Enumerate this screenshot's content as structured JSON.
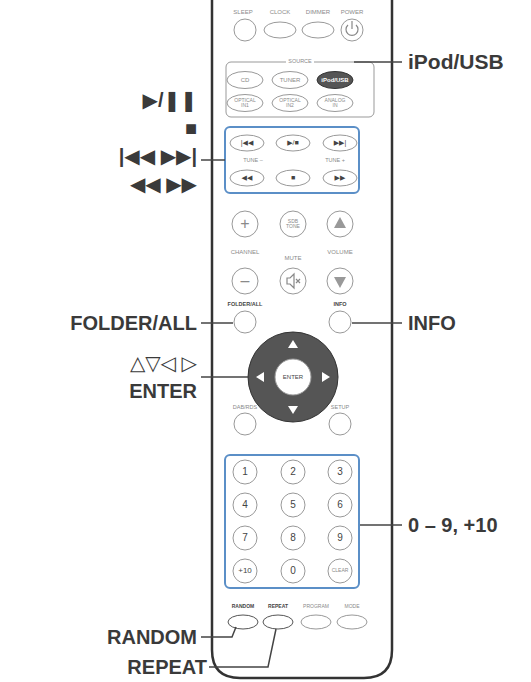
{
  "diagram": {
    "labels": [
      "SLEEP",
      "CLOCK",
      "DIMMER",
      "POWER",
      "iPod/USB",
      "SOURCE",
      "CD",
      "TUNER",
      "iPod/USB",
      "OPTICAL IN1",
      "OPTICAL IN2",
      "ANALOG IN",
      "▶/❚❚",
      "■",
      "|◀◀ ▶▶|",
      "◀◀ ▶▶",
      "|◀◀",
      "▶/■",
      "▶▶|",
      "TUNE –",
      "TUNE +",
      "◀◀",
      "■",
      "▶▶",
      "+",
      "SDB TONE",
      "CHANNEL",
      "MUTE",
      "VOLUME",
      "–",
      "FOLDER/ALL",
      "INFO",
      "FOLDER/ALL",
      "INFO",
      "△▽◁ ▷",
      "ENTER",
      "ENTER",
      "DAB/RDS",
      "SETUP",
      "1",
      "2",
      "3",
      "4",
      "5",
      "6",
      "7",
      "8",
      "9",
      "+10",
      "0",
      "CLEAR",
      "0 – 9, +10",
      "RANDOM",
      "REPEAT",
      "PROGRAM",
      "MODE",
      "RANDOM",
      "REPEAT"
    ]
  }
}
